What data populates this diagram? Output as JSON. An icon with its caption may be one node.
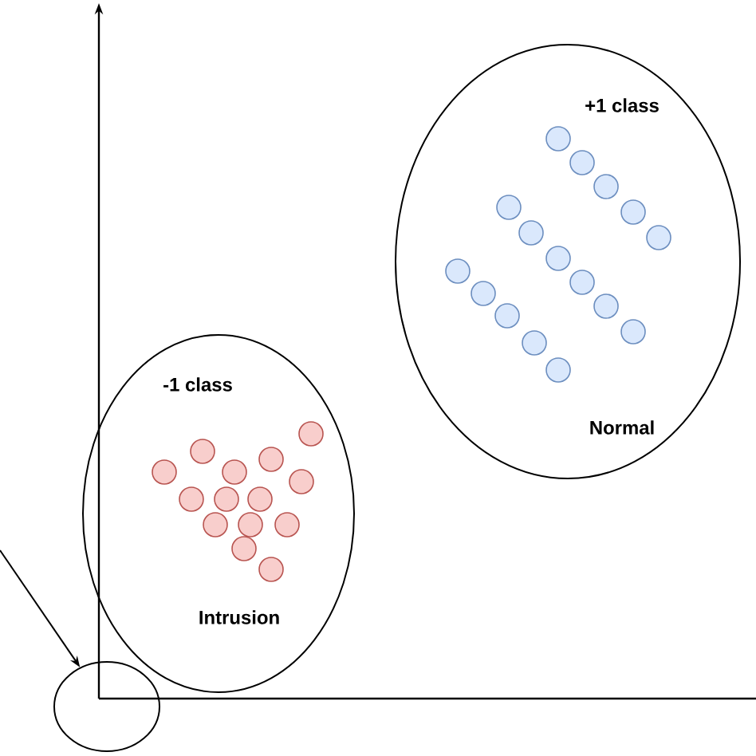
{
  "diagram": {
    "nodes": [
      {
        "text": [
          "-1 class",
          "Intrusion"
        ]
      },
      {
        "text": [
          "+1 class",
          "Normal"
        ]
      },
      {
        "text": [],
        "shape": "ellipse"
      }
    ],
    "edges": [
      {
        "from": null,
        "to": 2,
        "arrow": "to"
      }
    ]
  }
}
